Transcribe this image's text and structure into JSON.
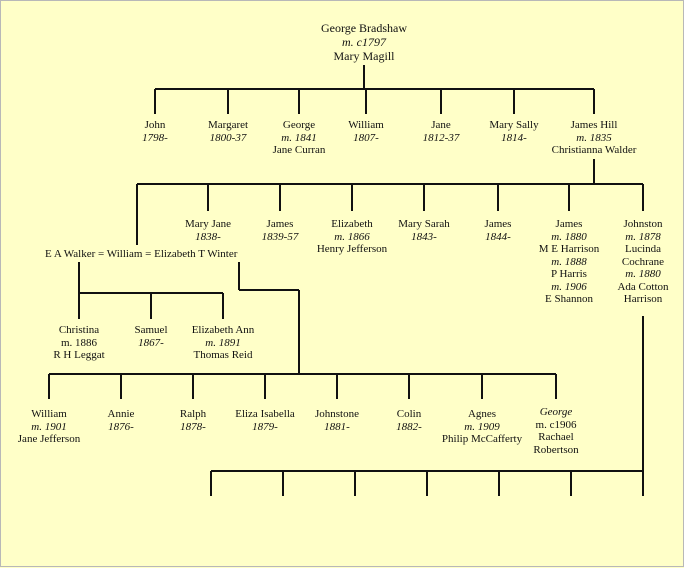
{
  "root": {
    "name1": "George Bradshaw",
    "marriage": "m. c1797",
    "name2": "Mary Magill"
  },
  "gen1": {
    "john": {
      "name": "John",
      "dates": "1798-"
    },
    "margaret": {
      "name": "Margaret",
      "dates": "1800-37"
    },
    "george": {
      "name": "George",
      "marriage": "m. 1841",
      "spouse": "Jane Curran"
    },
    "william": {
      "name": "William",
      "dates": "1807-"
    },
    "jane": {
      "name": "Jane",
      "dates": "1812-37"
    },
    "mary_sally": {
      "name": "Mary Sally",
      "dates": "1814-"
    },
    "james_hill": {
      "name": "James Hill",
      "marriage": "m. 1835",
      "spouse": "Christianna Walder"
    }
  },
  "gen2": {
    "william_line": {
      "spouse1": "E A Walker",
      "sep": "=",
      "name": "William",
      "spouse2": "Elizabeth T Winter"
    },
    "mary_jane": {
      "name": "Mary Jane",
      "dates": "1838-"
    },
    "james_a": {
      "name": "James",
      "dates": "1839-57"
    },
    "elizabeth": {
      "name": "Elizabeth",
      "marriage": "m. 1866",
      "spouse": "Henry Jefferson"
    },
    "mary_sarah": {
      "name": "Mary Sarah",
      "dates": "1843-"
    },
    "james_b": {
      "name": "James",
      "dates": "1844-"
    },
    "james_c": {
      "name": "James",
      "marriage1": "m. 1880",
      "spouse1": "M E Harrison",
      "marriage2": "m. 1888",
      "spouse2": "P Harris",
      "marriage3": "m. 1906",
      "spouse3": "E Shannon"
    },
    "johnston": {
      "name": "Johnston",
      "marriage1": "m. 1878",
      "spouse1a": "Lucinda",
      "spouse1b": "Cochrane",
      "marriage2": "m. 1880",
      "spouse2a": "Ada Cotton",
      "spouse2b": "Harrison"
    }
  },
  "gen3_walker": {
    "christina": {
      "name": "Christina",
      "marriage": "m. 1886",
      "spouse": "R H Leggat"
    },
    "samuel": {
      "name": "Samuel",
      "dates": "1867-"
    },
    "elizabeth_ann": {
      "name": "Elizabeth Ann",
      "marriage": "m. 1891",
      "spouse": "Thomas Reid"
    }
  },
  "gen3_winter": {
    "william": {
      "name": "William",
      "marriage": "m. 1901",
      "spouse": "Jane Jefferson"
    },
    "annie": {
      "name": "Annie",
      "dates": "1876-"
    },
    "ralph": {
      "name": "Ralph",
      "dates": "1878-"
    },
    "eliza_isabella": {
      "name": "Eliza Isabella",
      "dates": "1879-"
    },
    "johnstone": {
      "name": "Johnstone",
      "dates": "1881-"
    },
    "colin": {
      "name": "Colin",
      "dates": "1882-"
    },
    "agnes": {
      "name": "Agnes",
      "marriage": "m. 1909",
      "spouse": "Philip McCafferty"
    },
    "george": {
      "name": "George",
      "marriage": "m. c1906",
      "spouse1": "Rachael",
      "spouse2": "Robertson"
    }
  }
}
